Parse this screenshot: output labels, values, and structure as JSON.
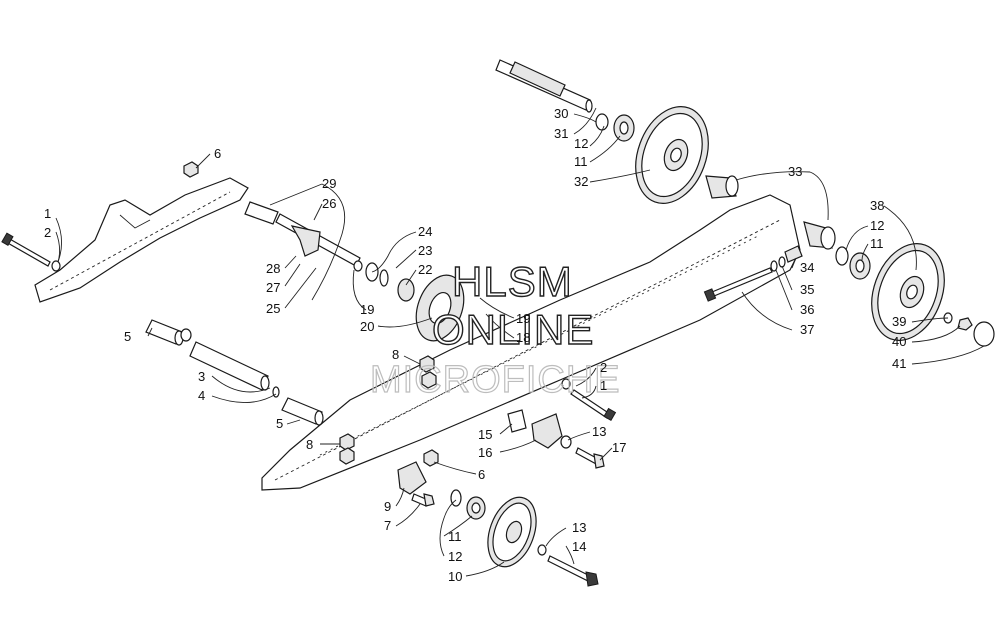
{
  "watermark": {
    "line1": "HLSM",
    "line2": "ONLINE",
    "line3": "MICROFICHE"
  },
  "callouts": [
    {
      "id": "c1a",
      "text": "1"
    },
    {
      "id": "c2a",
      "text": "2"
    },
    {
      "id": "c3",
      "text": "3"
    },
    {
      "id": "c4",
      "text": "4"
    },
    {
      "id": "c5a",
      "text": "5"
    },
    {
      "id": "c5b",
      "text": "5"
    },
    {
      "id": "c6a",
      "text": "6"
    },
    {
      "id": "c6b",
      "text": "6"
    },
    {
      "id": "c7",
      "text": "7"
    },
    {
      "id": "c8a",
      "text": "8"
    },
    {
      "id": "c8b",
      "text": "8"
    },
    {
      "id": "c9",
      "text": "9"
    },
    {
      "id": "c10",
      "text": "10"
    },
    {
      "id": "c11a",
      "text": "11"
    },
    {
      "id": "c11b",
      "text": "11"
    },
    {
      "id": "c11c",
      "text": "11"
    },
    {
      "id": "c12a",
      "text": "12"
    },
    {
      "id": "c12b",
      "text": "12"
    },
    {
      "id": "c12c",
      "text": "12"
    },
    {
      "id": "c13a",
      "text": "13"
    },
    {
      "id": "c13b",
      "text": "13"
    },
    {
      "id": "c14",
      "text": "14"
    },
    {
      "id": "c15",
      "text": "15"
    },
    {
      "id": "c16",
      "text": "16"
    },
    {
      "id": "c17",
      "text": "17"
    },
    {
      "id": "c18",
      "text": "18"
    },
    {
      "id": "c19a",
      "text": "19"
    },
    {
      "id": "c19b",
      "text": "19"
    },
    {
      "id": "c20",
      "text": "20"
    },
    {
      "id": "c22",
      "text": "22"
    },
    {
      "id": "c23",
      "text": "23"
    },
    {
      "id": "c24",
      "text": "24"
    },
    {
      "id": "c25",
      "text": "25"
    },
    {
      "id": "c26",
      "text": "26"
    },
    {
      "id": "c27",
      "text": "27"
    },
    {
      "id": "c28",
      "text": "28"
    },
    {
      "id": "c29",
      "text": "29"
    },
    {
      "id": "c30",
      "text": "30"
    },
    {
      "id": "c31",
      "text": "31"
    },
    {
      "id": "c32",
      "text": "32"
    },
    {
      "id": "c33",
      "text": "33"
    },
    {
      "id": "c34",
      "text": "34"
    },
    {
      "id": "c35",
      "text": "35"
    },
    {
      "id": "c36",
      "text": "36"
    },
    {
      "id": "c37",
      "text": "37"
    },
    {
      "id": "c38",
      "text": "38"
    },
    {
      "id": "c39",
      "text": "39"
    },
    {
      "id": "c40",
      "text": "40"
    },
    {
      "id": "c41",
      "text": "41"
    },
    {
      "id": "c2b",
      "text": "2"
    },
    {
      "id": "c1b",
      "text": "1"
    }
  ]
}
